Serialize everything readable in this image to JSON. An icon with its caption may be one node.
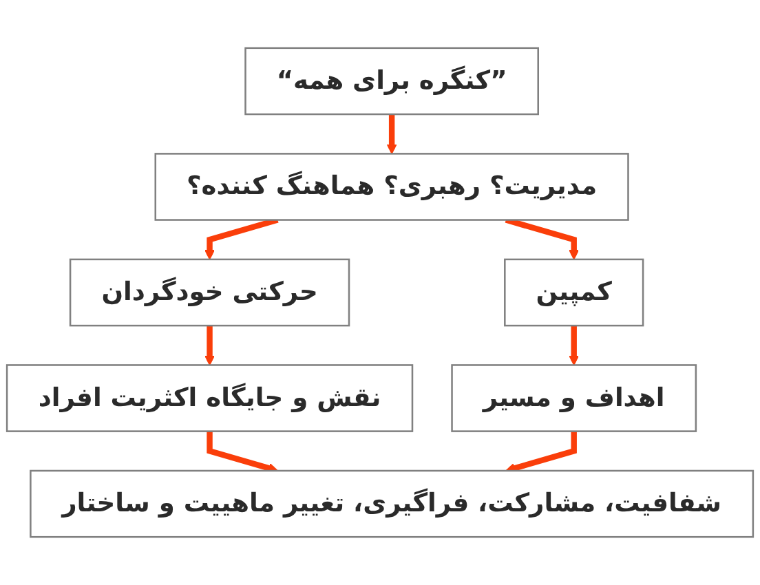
{
  "diagram": {
    "nodes": [
      {
        "text": [
          "”کنگره برای همه“"
        ]
      },
      {
        "text": [
          "مدیریت؟ رهبری؟ هماهنگ کننده؟"
        ]
      },
      {
        "text": [
          "حرکتی خودگردان"
        ]
      },
      {
        "text": [
          "کمپین"
        ]
      },
      {
        "text": [
          "نقش و جایگاه اکثریت افراد"
        ]
      },
      {
        "text": [
          "اهداف و مسیر"
        ]
      },
      {
        "text": [
          "شفافیت، مشارکت، فراگیری، تغییر ماهییت و ساختار"
        ]
      }
    ],
    "edges": [
      {
        "from": 0,
        "to": 1,
        "arrow": "to"
      },
      {
        "from": 1,
        "to": 2,
        "arrow": "to"
      },
      {
        "from": 1,
        "to": 3,
        "arrow": "to"
      },
      {
        "from": 2,
        "to": 4,
        "arrow": "to"
      },
      {
        "from": 3,
        "to": 5,
        "arrow": "to"
      },
      {
        "from": 4,
        "to": 6,
        "arrow": "to"
      },
      {
        "from": 5,
        "to": 6,
        "arrow": "to"
      }
    ]
  }
}
